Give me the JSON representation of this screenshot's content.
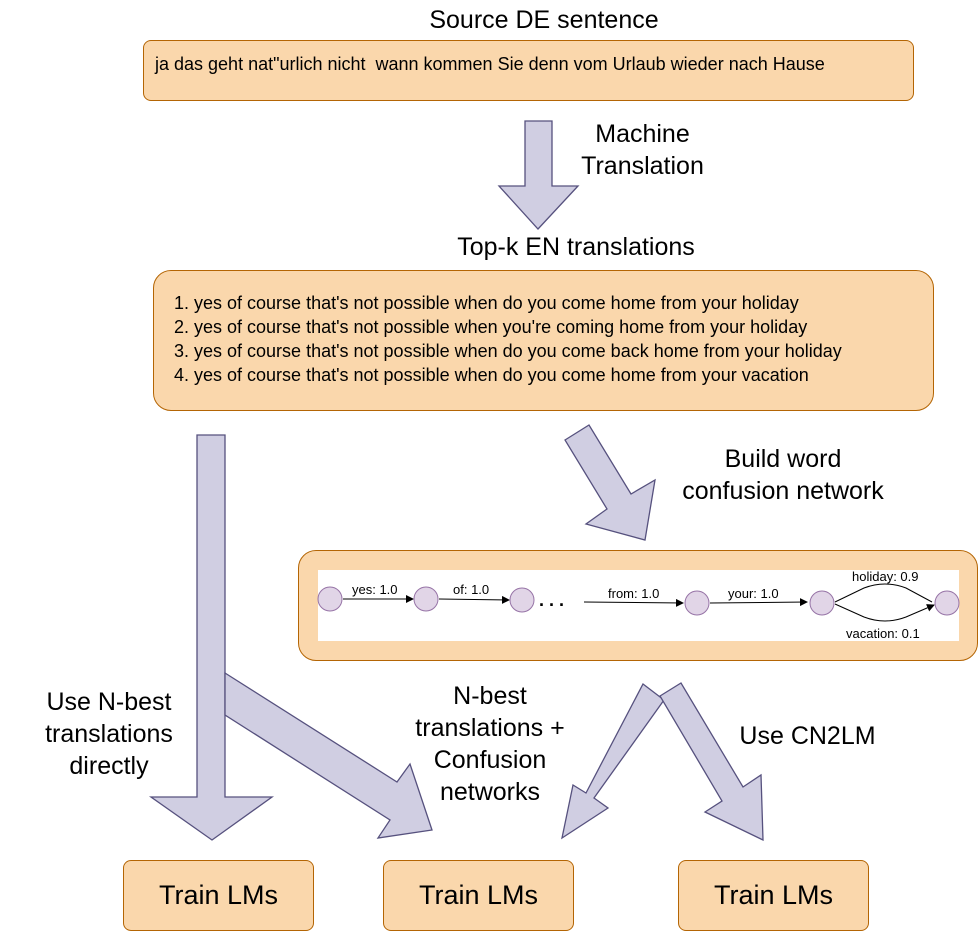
{
  "source": {
    "title": "Source DE sentence",
    "sentence": "ja das geht nat\"urlich nicht  wann kommen Sie denn vom Urlaub wieder nach Hause"
  },
  "mt": {
    "label_line1": "Machine",
    "label_line2": "Translation"
  },
  "topk": {
    "title": "Top-k EN translations",
    "items": [
      "1. yes of course that's not possible when do you come home from your holiday",
      "2. yes of course that's not possible when you're coming home from your holiday",
      "3. yes of course that's not possible when do you come back home from your holiday",
      "4. yes of course that's not possible when do you come home from your vacation"
    ]
  },
  "cn": {
    "label_line1": "Build word",
    "label_line2": "confusion network",
    "edges": [
      "yes: 1.0",
      "of: 1.0",
      "from: 1.0",
      "your: 1.0",
      "holiday: 0.9",
      "vacation: 0.1"
    ],
    "ellipsis": ". . ."
  },
  "branches": {
    "left": {
      "line1": "Use N-best",
      "line2": "translations",
      "line3": "directly"
    },
    "middle": {
      "line1": "N-best",
      "line2": "translations +",
      "line3": "Confusion",
      "line4": "networks"
    },
    "right": {
      "line1": "Use CN2LM"
    }
  },
  "outputs": {
    "left": "Train LMs",
    "middle": "Train LMs",
    "right": "Train LMs"
  },
  "colors": {
    "box_fill": "#fad7ac",
    "box_border": "#b46504",
    "arrow_fill": "#d0cee2",
    "arrow_stroke": "#56517e"
  }
}
